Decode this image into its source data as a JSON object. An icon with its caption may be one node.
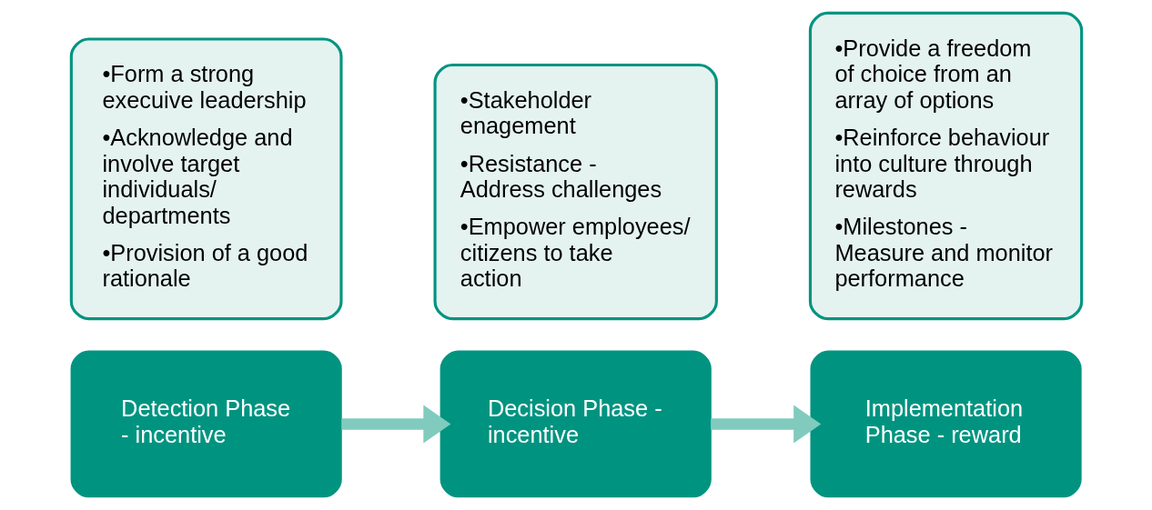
{
  "diagram": {
    "nodes": [
      {
        "text": [
          "Detection Phase - incentive"
        ]
      },
      {
        "text": [
          "•Form a strong execuive leadership",
          "•Acknowledge and involve target individuals/ departments",
          "•Provision of a good rationale"
        ]
      },
      {
        "text": [
          "Decision Phase - incentive"
        ]
      },
      {
        "text": [
          "•Stakeholder enagement",
          "•Resistance - Address challenges",
          "•Empower employees/ citizens to take action"
        ]
      },
      {
        "text": [
          "Implementation Phase - reward"
        ]
      },
      {
        "text": [
          "•Provide a freedom of choice from an array of options",
          "•Reinforce behaviour into culture through rewards",
          "•Milestones - Measure and monitor performance"
        ]
      }
    ],
    "edges": [
      {
        "from": 0,
        "to": 2,
        "arrow": "to"
      },
      {
        "from": 2,
        "to": 4,
        "arrow": "to"
      }
    ]
  }
}
